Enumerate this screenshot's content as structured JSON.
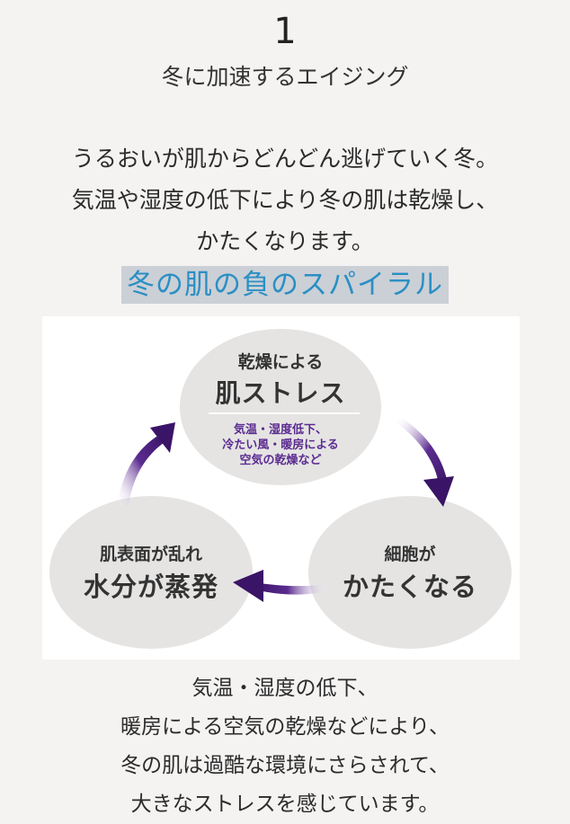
{
  "header": {
    "number": "1",
    "subtitle": "冬に加速するエイジング"
  },
  "intro": {
    "lines": [
      "うるおいが肌からどんどん逃げていく冬。",
      "気温や湿度の低下により冬の肌は乾燥し、",
      "かたくなります。"
    ]
  },
  "banner": {
    "label": "冬の肌の負のスパイラル",
    "text_color": "#2b8fc4",
    "bg_color": "#cbd0d6"
  },
  "diagram": {
    "accent_color": "#5b2b90",
    "top": {
      "small": "乾燥による",
      "big": "肌ストレス",
      "note_lines": [
        "気温・湿度低下、",
        "冷たい風・暖房による",
        "空気の乾燥など"
      ]
    },
    "right": {
      "small": "細胞が",
      "big": "かたくなる"
    },
    "left": {
      "small": "肌表面が乱れ",
      "big": "水分が蒸発"
    },
    "arrow_icons": [
      "curved-arrow-icon",
      "curved-arrow-icon",
      "curved-arrow-icon"
    ]
  },
  "footer": {
    "lines": [
      "気温・湿度の低下、",
      "暖房による空気の乾燥などにより、",
      "冬の肌は過酷な環境にさらされて、",
      "大きなストレスを感じています。"
    ]
  }
}
